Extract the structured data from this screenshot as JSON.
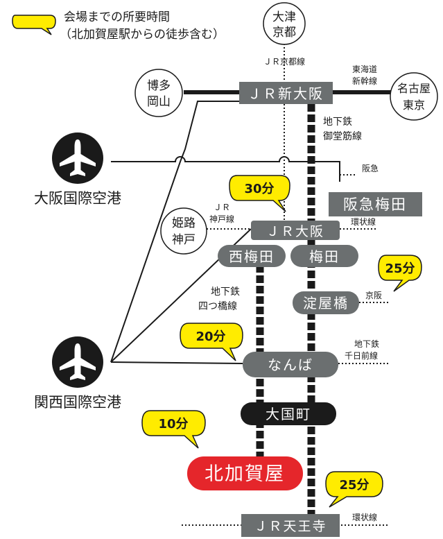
{
  "legend": {
    "line1": "会場までの所要時間",
    "line2": "（北加賀屋駅からの徒歩含む）"
  },
  "destinations": {
    "otsu_kyoto": [
      "大津",
      "京都"
    ],
    "hakata_okayama": [
      "博多",
      "岡山"
    ],
    "nagoya_tokyo": [
      "名古屋",
      "東京"
    ],
    "himeji_kobe": [
      "姫路",
      "神戸"
    ]
  },
  "lines": {
    "jr_kyoto": "ＪＲ京都線",
    "tokaido_1": "東海道",
    "tokaido_2": "新幹線",
    "midosuji_1": "地下鉄",
    "midosuji_2": "御堂筋線",
    "hankyu": "阪急",
    "jr_kobe_1": "ＪＲ",
    "jr_kobe_2": "神戸線",
    "loop_1": "環状線",
    "keihan": "京阪",
    "yotsubashi_1": "地下鉄",
    "yotsubashi_2": "四つ橋線",
    "sennichimae_1": "地下鉄",
    "sennichimae_2": "千日前線",
    "loop_2": "環状線"
  },
  "airports": {
    "itami": "大阪国際空港",
    "kansai": "関西国際空港"
  },
  "stations": {
    "shin_osaka": "ＪＲ新大阪",
    "hankyu_umeda": "阪急梅田",
    "jr_osaka": "ＪＲ大阪",
    "nishi_umeda": "西梅田",
    "umeda": "梅田",
    "yodoyabashi": "淀屋橋",
    "namba": "なんば",
    "daikokucho": "大国町",
    "kitakagaya": "北加賀屋",
    "tennoji": "ＪＲ天王寺"
  },
  "times": {
    "jr_osaka": "30分",
    "yodoyabashi": "25分",
    "namba": "20分",
    "kitakagaya": "10分",
    "tennoji": "25分"
  },
  "colors": {
    "station_gray": "#6b6f70",
    "station_black": "#1b1b1b",
    "station_red": "#e5262b",
    "bubble_yellow": "#ffec00",
    "line": "#1a1a1a"
  },
  "icons": {
    "airport": "airplane-icon"
  }
}
